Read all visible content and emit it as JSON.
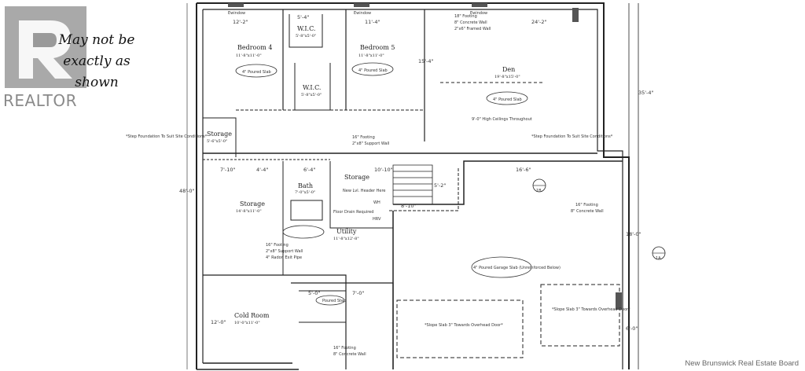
{
  "disclaimer": "May not be exactly as shown",
  "realtor_mark": "REALTOR",
  "watermark": "New Brunswick Real Estate Board",
  "rooms": {
    "bedroom4": {
      "name": "Bedroom 4",
      "size": "11'-8\"x11'-0\""
    },
    "bedroom5": {
      "name": "Bedroom 5",
      "size": "11'-8\"x11'-0\""
    },
    "wic1": {
      "name": "W.I.C.",
      "size": "5'-8\"x5'-0\""
    },
    "wic2": {
      "name": "W.I.C.",
      "size": "5'-8\"x5'-0\""
    },
    "den": {
      "name": "Den",
      "size": "19'-8\"x15'-0\""
    },
    "storage1": {
      "name": "Storage",
      "size": "5'-6\"x5'-0\""
    },
    "bath": {
      "name": "Bath",
      "size": "7'-0\"x5'-0\""
    },
    "storage2": {
      "name": "Storage",
      "size": "14'-8\"x11'-0\""
    },
    "storage3": {
      "name": "Storage",
      "size": ""
    },
    "utility": {
      "name": "Utility",
      "size": "11'-8\"x12'-8\""
    },
    "coldroom": {
      "name": "Cold Room",
      "size": "10'-0\"x11'-0\""
    }
  },
  "notes": {
    "footing_top": "18\" Footing",
    "concrete_top": "8\" Concrete Wall",
    "framed_top": "2\"x6\" Framed Wall",
    "poured_slab": "4\" Poured Slab",
    "high_ceilings": "9'-0\" High Ceilings Throughout",
    "footing_mid": "16\" Footing",
    "support_mid": "2\"x8\" Support Wall",
    "step_left": "*Step Foundation To Suit Site Conditions*",
    "step_right": "*Step Foundation To Suit Site Conditions*",
    "footing_right": "16\" Footing",
    "concrete_right": "8\" Concrete Wall",
    "garage_slab": "4\" Poured Garage Slab (Unreinforced Below)",
    "slope1": "*Slope Slab 3\" Towards Overhead Door*",
    "slope2": "*Slope Slab 3\" Towards Overhead Door*",
    "footing_util": "16\" Footing",
    "support_util": "2\"x8\" Support Wall",
    "radon": "4\" Radon Exit Pipe",
    "floor_drain": "Floor Drain Required",
    "wh": "WH",
    "hrv": "HRV",
    "new_lvl": "New Lvl. Header Here",
    "footing_bottom": "16\" Footing",
    "concrete_bottom": "8\" Concrete Wall",
    "window": "Ewindow",
    "poured_step": "Poured Step"
  },
  "dims": [
    "12'-2\"",
    "5'-4\"",
    "11'-4\"",
    "24'-2\"",
    "7'-10\"",
    "4'-4\"",
    "6'-4\"",
    "16'-6\"",
    "5'-0\"",
    "7'-0\"",
    "12'-0\"",
    "6'-0\"",
    "35'-4\"",
    "48'-0\"",
    "18'-0\"",
    "15'-4\"",
    "10'-10\"",
    "8'-10\"",
    "5'-2\""
  ],
  "markers": [
    "1B",
    "1A"
  ]
}
